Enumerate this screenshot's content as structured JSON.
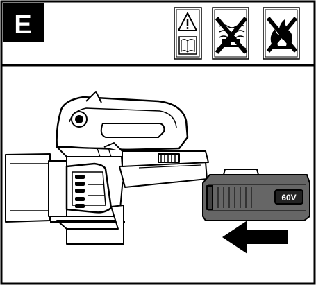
{
  "panel": {
    "step_letter": "E"
  },
  "warning_icons": [
    {
      "name": "warning-read-manual-icon"
    },
    {
      "name": "do-not-expose-to-water-icon"
    },
    {
      "name": "do-not-dispose-in-fire-icon"
    }
  ],
  "illustration": {
    "battery_label": "60V",
    "direction": "insert-left",
    "colors": {
      "ink": "#000000",
      "paper": "#ffffff",
      "battery_fill": "#666666"
    }
  }
}
